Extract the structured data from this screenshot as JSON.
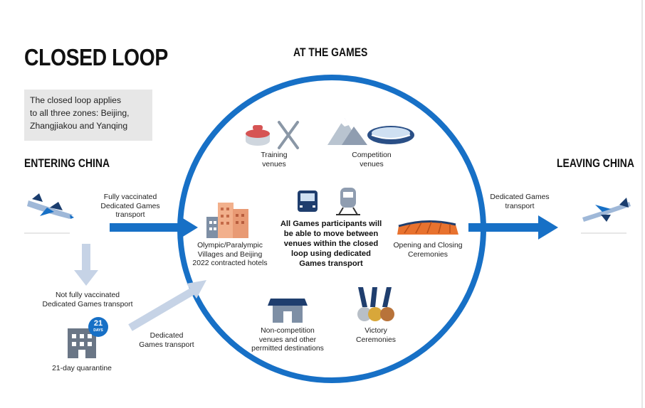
{
  "title": "CLOSED LOOP",
  "info_box": {
    "line1": "The closed loop applies",
    "line2": "to all three zones: Beijing,",
    "line3": "Zhangjiakou and Yanqing"
  },
  "headings": {
    "entering": "ENTERING CHINA",
    "at_games": "AT THE GAMES",
    "leaving": "LEAVING CHINA"
  },
  "entry": {
    "vaccinated": [
      "Fully vaccinated",
      "Dedicated Games",
      "transport"
    ],
    "not_vaccinated": [
      "Not fully vaccinated",
      "Dedicated Games transport"
    ],
    "quarantine_badge_num": "21",
    "quarantine_badge_unit": "DAYS",
    "quarantine_label": "21-day quarantine",
    "after_quarantine": [
      "Dedicated",
      "Games transport"
    ]
  },
  "loop": {
    "training": [
      "Training",
      "venues"
    ],
    "competition": [
      "Competition",
      "venues"
    ],
    "villages": [
      "Olympic/Paralympic",
      "Villages and Beijing",
      "2022 contracted hotels"
    ],
    "center": [
      "All Games participants will",
      "be able to move between",
      "venues within the closed",
      "loop using dedicated",
      "Games transport"
    ],
    "ceremonies": [
      "Opening and Closing",
      "Ceremonies"
    ],
    "non_competition": [
      "Non-competition",
      "venues and other",
      "permitted destinations"
    ],
    "victory": [
      "Victory",
      "Ceremonies"
    ]
  },
  "exit": {
    "transport": [
      "Dedicated Games",
      "transport"
    ]
  },
  "colors": {
    "loop_blue": "#1770c6",
    "pale_blue": "#c6d3e6",
    "ink": "#111111",
    "box_grey": "#e7e7e7"
  }
}
